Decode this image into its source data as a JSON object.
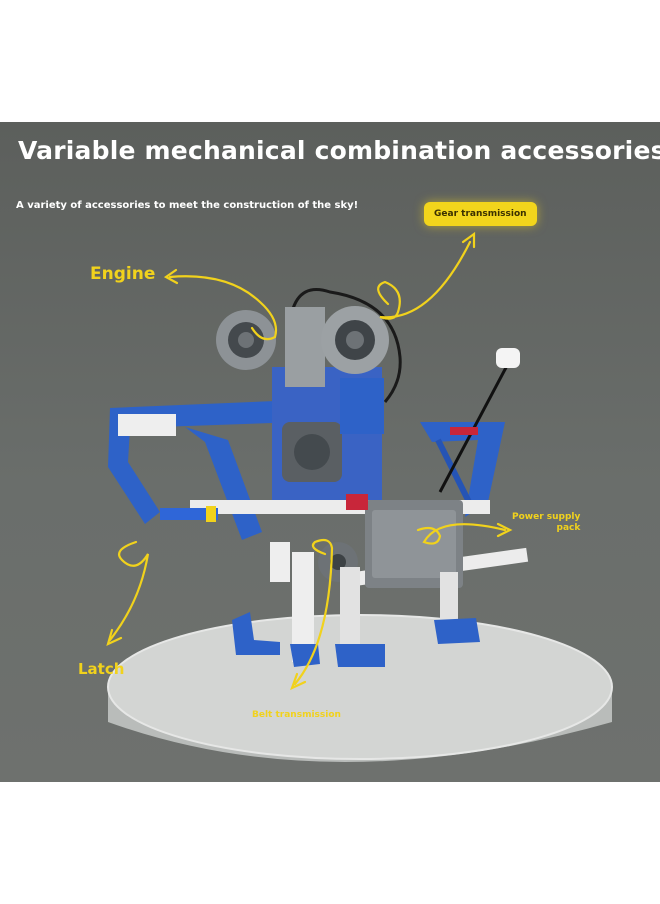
{
  "title": "Variable mechanical combination accessories",
  "subtitle": "A variety of accessories to meet the construction of the sky!",
  "labels": {
    "gear_transmission": "Gear transmission",
    "engine": "Engine",
    "power_supply_line1": "Power supply",
    "power_supply_line2": "pack",
    "latch": "Latch",
    "belt_transmission": "Belt transmission"
  },
  "colors": {
    "background": "#63665f",
    "accent_yellow": "#f1d21c",
    "brick_blue": "#2e62c8",
    "brick_white": "#eeeeee",
    "brick_gray": "#8a8f92",
    "pedestal": "#cfd1cf"
  }
}
